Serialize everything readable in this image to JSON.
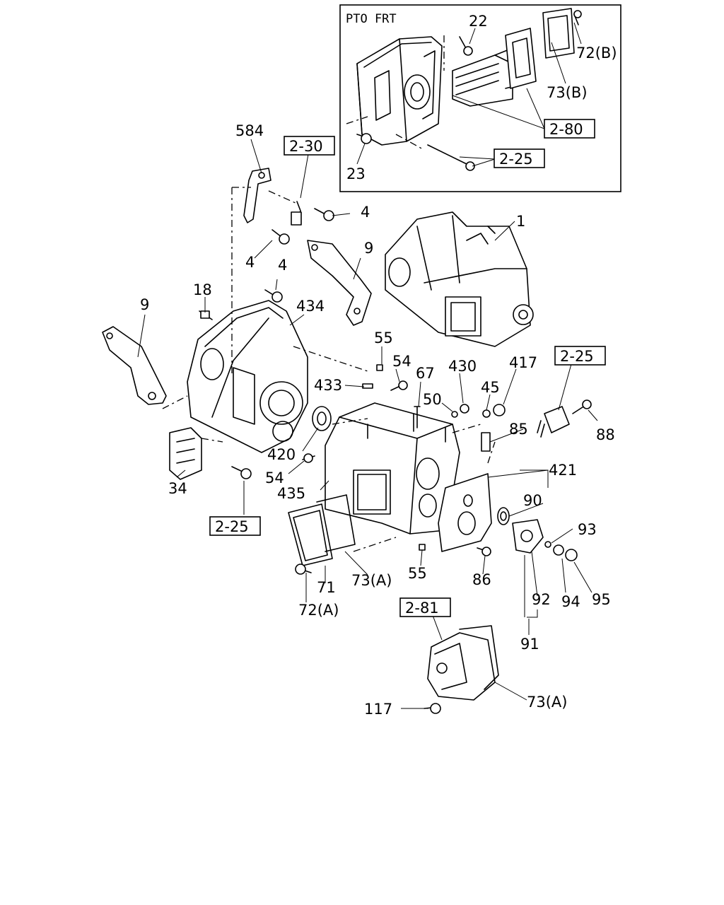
{
  "inset": {
    "title": "PTO FRT"
  },
  "callouts": {
    "c22": "22",
    "c72b": "72(B)",
    "c73b": "73(B)",
    "c23": "23",
    "c584": "584",
    "c4a": "4",
    "c4b": "4",
    "c4c": "4",
    "c9a": "9",
    "c9b": "9",
    "c1": "1",
    "c18": "18",
    "c434": "434",
    "c55a": "55",
    "c54a": "54",
    "c430": "430",
    "c417": "417",
    "c433": "433",
    "c67": "67",
    "c50": "50",
    "c45": "45",
    "c88": "88",
    "c85": "85",
    "c420": "420",
    "c54b": "54",
    "c34": "34",
    "c435": "435",
    "c421": "421",
    "c90": "90",
    "c93": "93",
    "c71": "71",
    "c73a1": "73(A)",
    "c55b": "55",
    "c86": "86",
    "c72a": "72(A)",
    "c92": "92",
    "c94": "94",
    "c95": "95",
    "c91": "91",
    "c117": "117",
    "c73a2": "73(A)"
  },
  "refs": {
    "r280": "2-80",
    "r225a": "2-25",
    "r230": "2-30",
    "r225b": "2-25",
    "r225c": "2-25",
    "r281": "2-81"
  }
}
